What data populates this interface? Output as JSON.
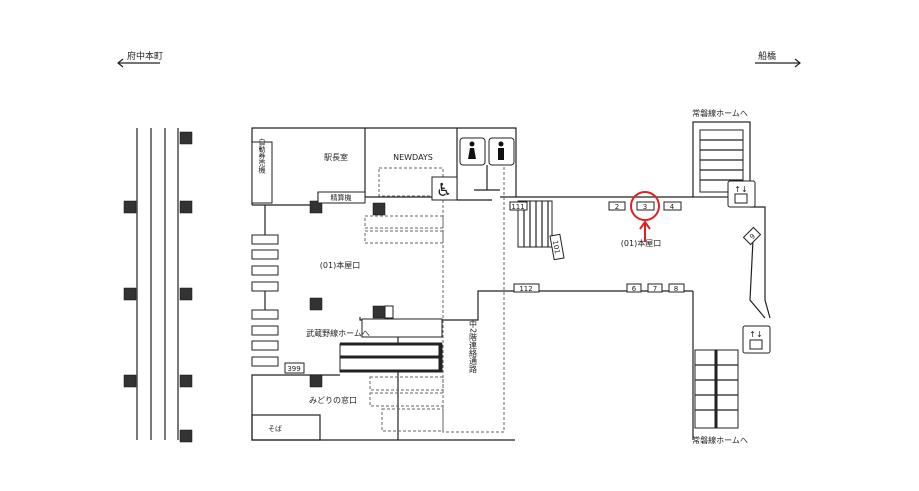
{
  "directions": {
    "left": "府中本町",
    "right": "船橋"
  },
  "rooms": {
    "station_master": "駅長室",
    "newdays": "NEWDAYS",
    "ticket_machine": "自動券売機",
    "fare_adjust": "精算機",
    "main_exit_left": "(01)本屋口",
    "musashino_platform": "武蔵野線ホームへ",
    "midori_window": "みどりの窓口",
    "soba": "そば",
    "mezzanine_passage": "中2階連絡通路",
    "joban_platform_top": "常磐線ホームへ",
    "joban_platform_bottom": "常磐線ホームへ",
    "main_exit_marker": "(01)本屋口"
  },
  "numbers": {
    "n111": "111",
    "n2": "2",
    "n3": "3",
    "n4": "4",
    "n101": "101",
    "n112": "112",
    "n6": "6",
    "n7": "7",
    "n8": "8",
    "n9": "9",
    "n399": "399"
  },
  "highlight": {
    "target": "3",
    "color": "#e02020"
  }
}
